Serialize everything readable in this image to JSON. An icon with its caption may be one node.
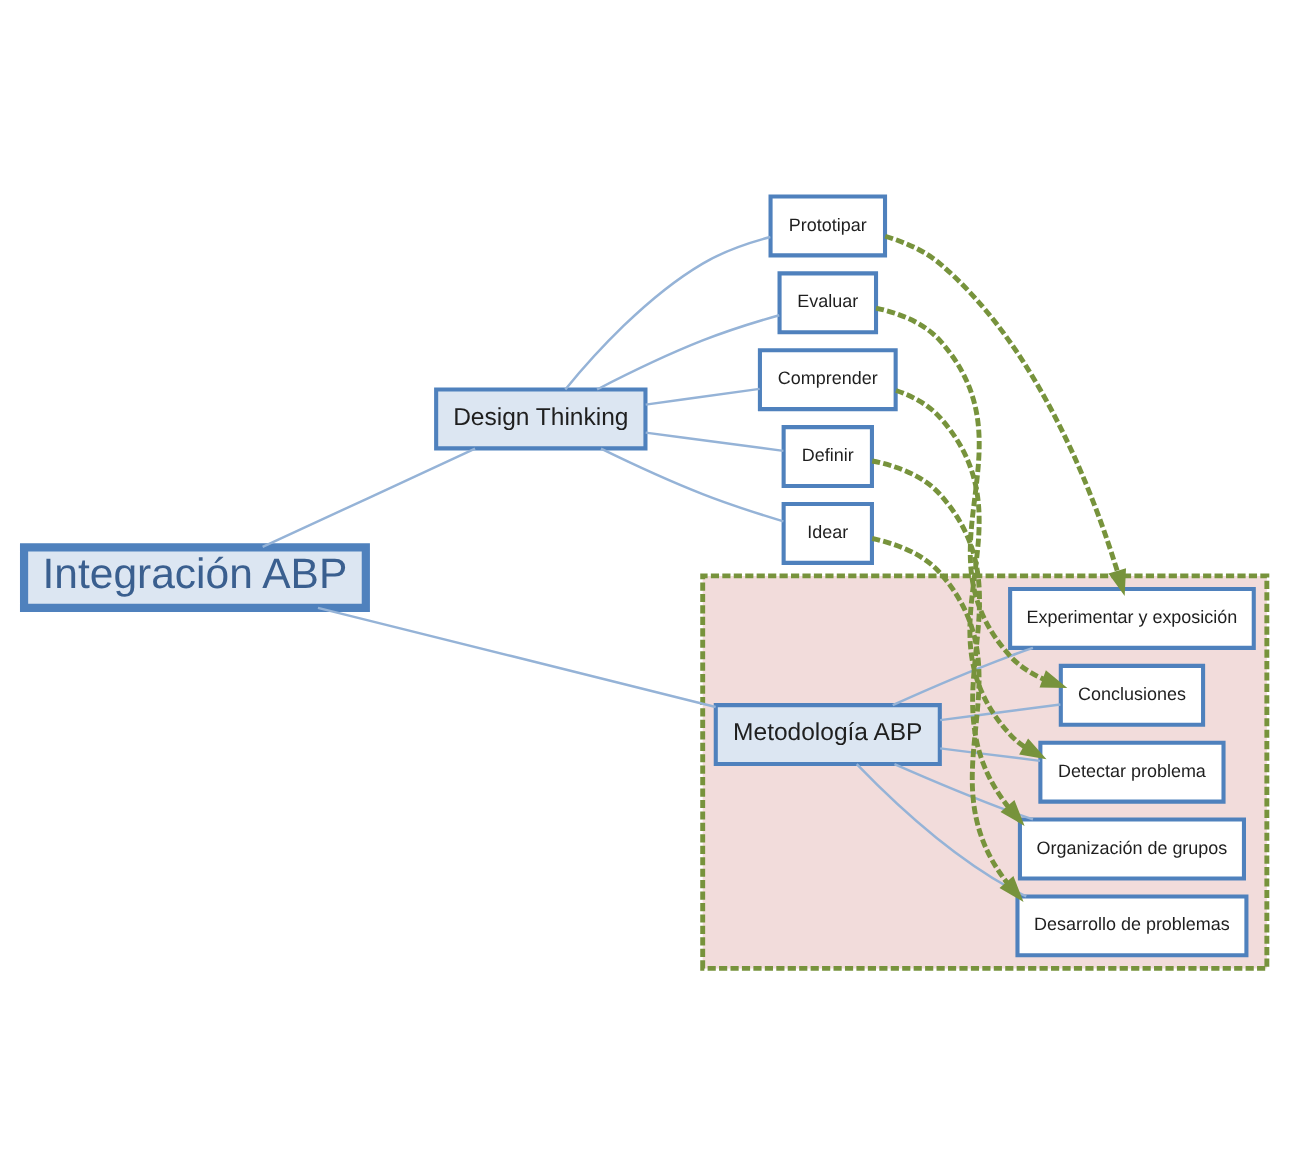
{
  "diagram": {
    "nodes": [
      {
        "text": [
          "Integración ABP"
        ]
      },
      {
        "text": [
          "Design Thinking"
        ]
      },
      {
        "text": [],
        "shape": "box"
      },
      {
        "text": [
          "Metodología ABP"
        ],
        "in": 2
      },
      {
        "text": [
          "Comprender"
        ]
      },
      {
        "text": [
          "Definir"
        ]
      },
      {
        "text": [
          "Idear"
        ]
      },
      {
        "text": [
          "Prototipar"
        ]
      },
      {
        "text": [
          "Evaluar"
        ]
      },
      {
        "text": [
          "Detectar problema"
        ],
        "in": 2
      },
      {
        "text": [
          "Organización de grupos"
        ],
        "in": 2
      },
      {
        "text": [
          "Desarrollo de problemas"
        ],
        "in": 2
      },
      {
        "text": [
          "Experimentar y exposición"
        ],
        "in": 2
      },
      {
        "text": [
          "Conclusiones"
        ],
        "in": 2
      }
    ],
    "edges": [
      {
        "from": 0,
        "to": 1,
        "arrow": "none"
      },
      {
        "from": 0,
        "to": 3,
        "arrow": "none"
      },
      {
        "from": 1,
        "to": 4,
        "arrow": "none"
      },
      {
        "from": 1,
        "to": 5,
        "arrow": "none"
      },
      {
        "from": 1,
        "to": 6,
        "arrow": "none"
      },
      {
        "from": 1,
        "to": 7,
        "arrow": "none"
      },
      {
        "from": 1,
        "to": 8,
        "arrow": "none"
      },
      {
        "from": 3,
        "to": 9,
        "arrow": "none"
      },
      {
        "from": 3,
        "to": 10,
        "arrow": "none"
      },
      {
        "from": 3,
        "to": 11,
        "arrow": "none"
      },
      {
        "from": 3,
        "to": 12,
        "arrow": "none"
      },
      {
        "from": 3,
        "to": 13,
        "arrow": "none"
      },
      {
        "from": 4,
        "to": 9,
        "arrow": "to",
        "style": "dashed",
        "color": "#77933c"
      },
      {
        "from": 5,
        "to": 10,
        "arrow": "to",
        "style": "dashed",
        "color": "#77933c"
      },
      {
        "from": 6,
        "to": 11,
        "arrow": "to",
        "style": "dashed",
        "color": "#77933c"
      },
      {
        "from": 7,
        "to": 12,
        "arrow": "to",
        "style": "dashed",
        "color": "#77933c"
      },
      {
        "from": 8,
        "to": 13,
        "arrow": "to",
        "style": "dashed",
        "color": "#77933c"
      }
    ]
  }
}
